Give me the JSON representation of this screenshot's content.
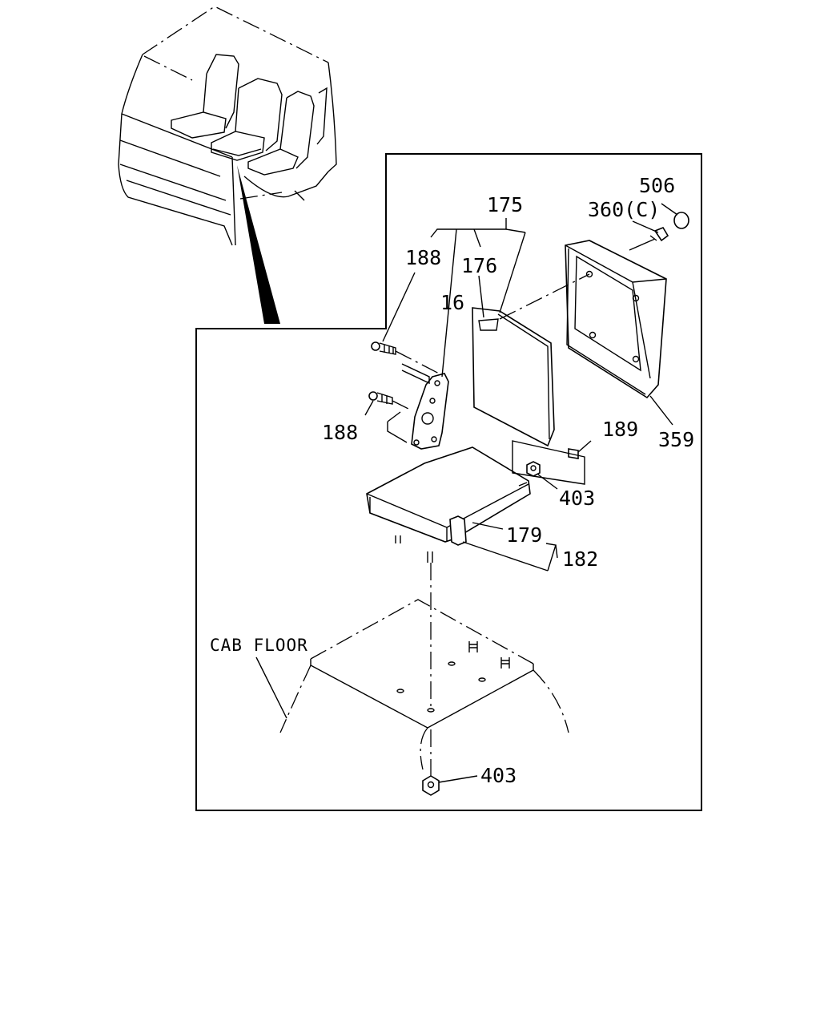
{
  "diagram": {
    "labels": {
      "l175": "175",
      "l506": "506",
      "l360c": "360(C)",
      "l188a": "188",
      "l176": "176",
      "l16": "16",
      "l188b": "188",
      "l189": "189",
      "l359": "359",
      "l403a": "403",
      "l179": "179",
      "l182": "182",
      "l403b": "403",
      "cab_floor": "CAB FLOOR"
    }
  }
}
